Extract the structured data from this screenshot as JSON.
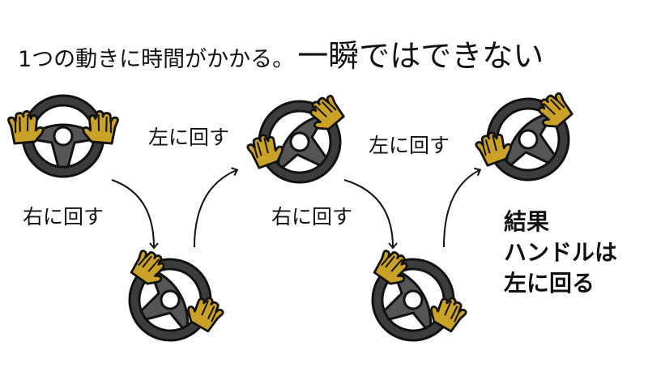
{
  "title": {
    "part1": "1つの動きに時間がかかる。",
    "part2": "一瞬ではできない"
  },
  "labels": {
    "step1": "右に回す",
    "step2": "左に回す",
    "step3": "右に回す",
    "step4": "左に回す"
  },
  "result": {
    "line1": "結果",
    "line2": "ハンドルは",
    "line3": "左に回る"
  },
  "colors": {
    "wheel_rim": "#3c3c3c",
    "wheel_hub": "#555555",
    "glove": "#c9a227",
    "outline": "#111111"
  }
}
